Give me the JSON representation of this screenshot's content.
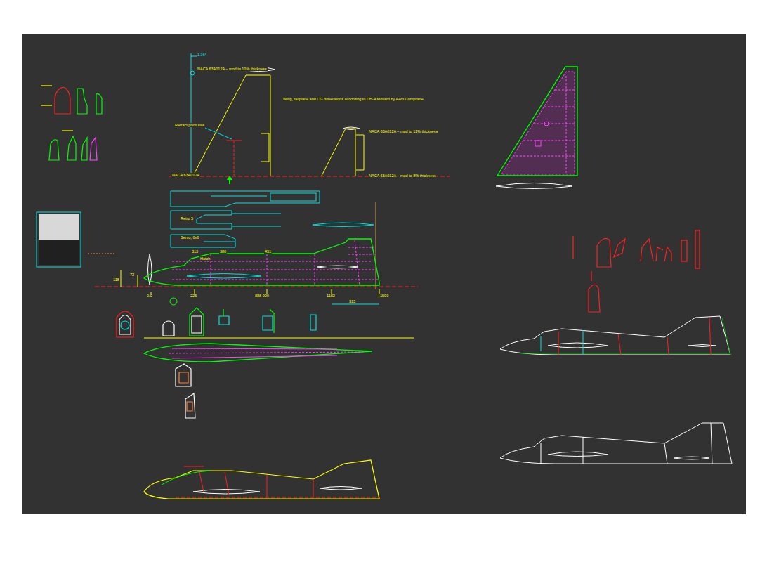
{
  "diagram": {
    "labels": [
      "1.36°",
      "NACA 63A012A – mod to 10% thickness",
      "Wing, tailplane and CG dimensions according to DH-A Mosard by Aero Composite.",
      "Retract pivot axis",
      "NACA 63A012A – mod to 11% thickness",
      "NACA 63A012A",
      "NACA 63A012A – mod to 8% thickness",
      "Retro 5",
      "Servo, 6x6",
      "313",
      "380",
      "451",
      "Hatch",
      "118",
      "72",
      "0.0",
      "225",
      "888 900",
      "1182",
      "313",
      "1500"
    ]
  }
}
